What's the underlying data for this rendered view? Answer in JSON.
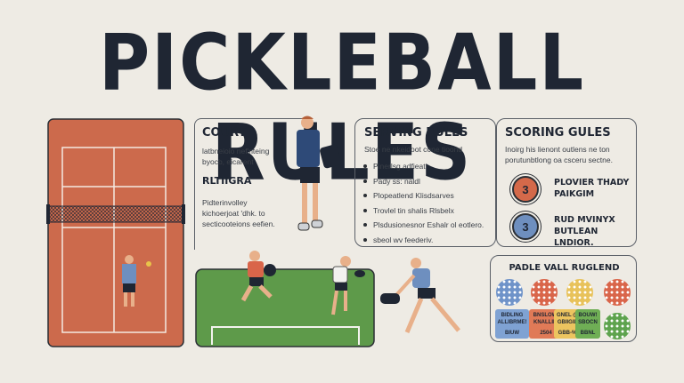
{
  "title": "PICKLEBALL RULES",
  "court": {
    "heading": "COURT",
    "text": "latbneioio nef'nteing byocb, eicarent",
    "subheading": "RLTIIGRA",
    "subtext": "Pidterinvolley kichoerjoat 'dhk. to secticooteions eefien."
  },
  "serving": {
    "heading": "SERVING RULES",
    "intro": "Stoe ne nkeidoot cone tioond",
    "items": [
      "Pinerlsg adfieat",
      "Pady ss: naldl",
      "Plopeatlend Klisdsarves",
      "Trovlel tin shalis Rlsbelx",
      "Plsdusionesnor Eshalr ol eotlero.",
      "sbeol wv feederiv."
    ]
  },
  "scoring": {
    "heading": "SCORING GULES",
    "intro": "Inoirg his lienont outlens ne ton porutunbtlong oa csceru sectne.",
    "rows": [
      {
        "badge": "3",
        "label": "PLOVIER THADY PAIKGIM",
        "color": "#d4694a"
      },
      {
        "badge": "3",
        "label": "RUD MVINYX BUTLEAN LNDIOR.",
        "color": "#6e8fbf"
      }
    ]
  },
  "legend": {
    "heading": "PADLE VALL RUGLEND",
    "balls": [
      "#6f93c9",
      "#d9654a",
      "#e8c25a",
      "#d9654a",
      "#5ea34e"
    ],
    "chips": [
      {
        "text": "BIDLING ALLIBRME!",
        "value": "BIUW",
        "color": "#7fa2d3"
      },
      {
        "text": "BNSLOW! KNALLIBI",
        "value": "2504",
        "color": "#e07a57"
      },
      {
        "text": "GNEL @ GBIIGIL",
        "value": "GBB-%",
        "color": "#ecc45f"
      },
      {
        "text": "BOUW! SBOCN",
        "value": "BBNL",
        "color": "#6fae55"
      }
    ]
  },
  "colors": {
    "court": "#cc6a4c",
    "grass": "#5e9a4a",
    "navy": "#1f2633"
  }
}
